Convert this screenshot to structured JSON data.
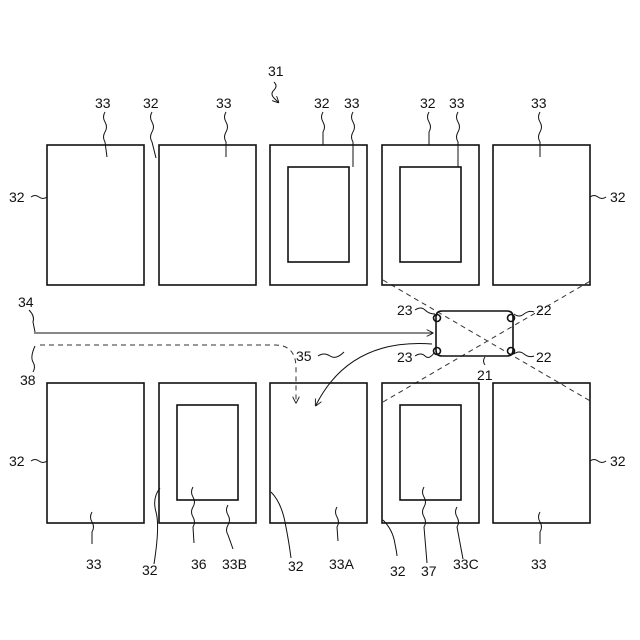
{
  "labels": {
    "system": "31",
    "shelf": "32",
    "slot": "33",
    "travel_path": "34",
    "transfer": "35",
    "article_b": "36",
    "article_c": "37",
    "dashed_path": "38",
    "vehicle": "21",
    "sensor_front": "22",
    "sensor_rear": "23",
    "slot_b": "33B",
    "slot_a": "33A",
    "slot_c": "33C"
  }
}
